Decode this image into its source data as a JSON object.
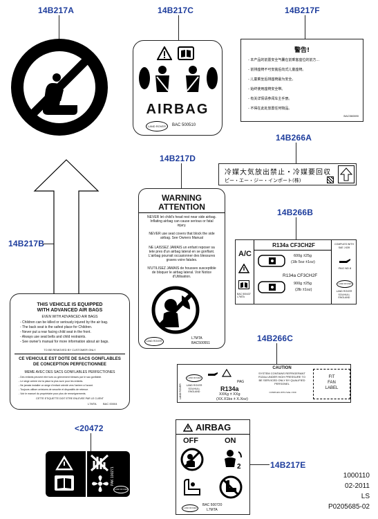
{
  "callouts": {
    "a": "14B217A",
    "c": "14B217C",
    "f": "14B217F",
    "d": "14B217D",
    "b": "14B217B",
    "k266a": "14B266A",
    "k266b": "14B266B",
    "k266c": "14B266C",
    "pak": "<20472",
    "e": "14B217E"
  },
  "labels": {
    "disc_airbag": "AIRBAG",
    "c_airbag": "AIRBAG",
    "c_bac": "BAC 500510",
    "f_title": "警告!",
    "f_lines": [
      "- 本产品的前置安全气囊在前乘客座位的前方...",
      "- 前排座椅不可安装后向式儿童座椅。",
      "- 儿童乘坐后排座椅最为安全。",
      "- 始终使用座椅安全带。",
      "- 有关详情请参阅车主手册。",
      "- 不得在此处放置任何物品。"
    ],
    "f_code": "BAC560690",
    "a266_line1": "冷媒大気放出禁止・冷媒要回収",
    "a266_line2": "ピー・エー・ジー・インポート(株)",
    "d_title1": "WARNING",
    "d_title2": "ATTENTION",
    "d_en1": "NEVER let child's head rest near side airbag. Inflating airbag can cause serious or fatal injury.",
    "d_en2": "NEVER use seat covers that block the side airbag. See Owners Manual",
    "d_fr1": "NE LAISSEZ JAMAIS un enfant reposer sa tete pres d'un airbag lateral en se gonflant. L'airbag pourrait occasionner des blessures graves voire fatales.",
    "d_fr2": "N'UTILISEZ JAMAIS de housses susceptible de bloquer le airbag lateral. Voir Notice d'Utilisation.",
    "d_code1": "L7MTA",
    "d_code2": "BAC500551",
    "b_head1": "THIS VEHICLE IS EQUIPPED",
    "b_head2": "WITH ADVANCED AIR BAGS",
    "b_sub": "EVEN WITH ADVANCED AIR BAGS",
    "b_lines": [
      "- Children can be killed or seriously injured by the air bag.",
      "- The back seat is the safest place for Children.",
      "- Never put a rear facing child seat in the front.",
      "- Always use seat belts and child restraints.",
      "- See owner's manual for more information about air bags."
    ],
    "b_note": "TO BE REMOVED BY CUSTOMER ONLY",
    "b_fr_head1": "CE VEHICULE EST DOTE DE SACS GONFLABLES",
    "b_fr_head2": "DE CONCEPTION PERFECTIONNEE",
    "b_fr_sub": "MEME AVEC DES SACS GONFLABLES PERFECTIONES",
    "b_fr_lines": [
      "- Des enfants peuvent etre tues ou grievement blesses par le sac gonflable.",
      "- Le siege arriere est la place la plus sure pour les enfants.",
      "- Ne jamais installer un siege d'enfant orienté vers l'arriere a l'avant.",
      "- Toujours utiliser ceintures de securite et dispositifs de retenue.",
      "- Voir le manuel du proprietaire pour plus de renseignements."
    ],
    "b_fr_note": "CETTE ETIQUETTE DOIT ETRE ENLEVEE PAR LE CLIENT",
    "b_code1": "L7MTA",
    "b_code2": "BAC 00004",
    "k266b_gas": "R134a  CF3CH2F",
    "k266b_ac": "A/C",
    "k266b_q1a": "600g ±25g",
    "k266b_q1b": "(1lb 5oz ±1oz)",
    "k266b_gas2": "R134a  CF3CH2F",
    "k266b_q2a": "900g ±25g",
    "k266b_q2b": "(2lb ±1oz)",
    "k266b_right1": "COMPLIES WITH SAE J 639",
    "k266b_pag": "PAG ND 8",
    "k266b_brand": "LAND ROVER SOLIHULL ENGLAND",
    "k266b_code": "BAC 500437 L7MTA",
    "k266c_pag": "PAG",
    "k266c_gas": "R134a",
    "k266c_q1": "XXKg ± XXg",
    "k266c_q2": "(XX.X1bs ± X.Xoz)",
    "k266c_caution": "CAUTION",
    "k266c_c1": "SYSTEM CONTAINS REFRIGERANT R134a UNDER HIGH PRESSURE TO BE SERVICED ONLY BY QUALIFIED PERSONEL",
    "k266c_comply": "COMPLIES WITH SAE J 639",
    "k266c_fit1": "FIT",
    "k266c_fit2": "FAN",
    "k266c_fit3": "LABEL",
    "k266c_brand": "LAND ROVER SOLIHULL ENGLAND",
    "pak_code": "PAK 100271",
    "e_airbag": "AIRBAG",
    "e_off": "OFF",
    "e_on": "ON",
    "e_bac": "BAC 500720",
    "e_code": "L7MTA",
    "brand": "LAND ROVER"
  },
  "reference": {
    "line1": "1000110",
    "line2": "02-2011",
    "line3": "LS",
    "line4": "P0205685-02"
  }
}
